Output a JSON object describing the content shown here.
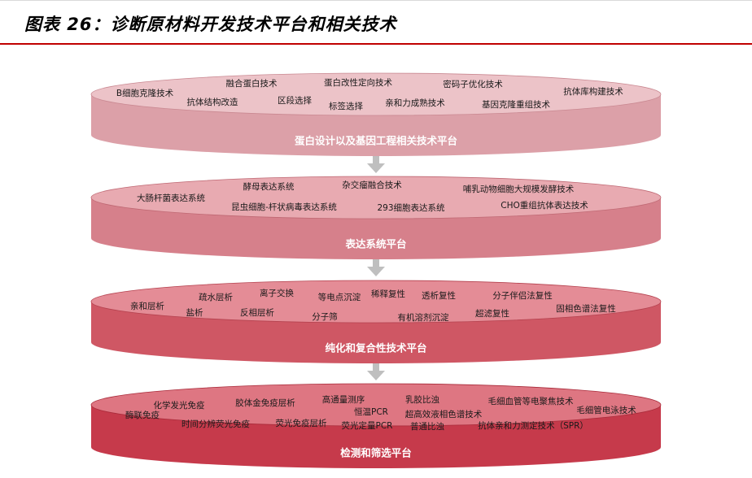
{
  "title": "图表 26：诊断原材料开发技术平台和相关技术",
  "platforms": [
    {
      "name": "蛋白设计以及基因工程相关技术平台",
      "colors": {
        "top": "#ecc3c8",
        "side": "#dca0a8",
        "edge": "#c98891"
      },
      "techs": [
        "B细胞克隆技术",
        "融合蛋白技术",
        "蛋白改性定向技术",
        "密码子优化技术",
        "抗体库构建技术",
        "抗体结构改造",
        "区段选择",
        "标签选择",
        "亲和力成熟技术",
        "基因克隆重组技术"
      ]
    },
    {
      "name": "表达系统平台",
      "colors": {
        "top": "#e8aab1",
        "side": "#d6808b",
        "edge": "#bf6873"
      },
      "techs": [
        "酵母表达系统",
        "杂交瘤融合技术",
        "哺乳动物细胞大规模发酵技术",
        "大肠杆菌表达系统",
        "昆虫细胞-杆状病毒表达系统",
        "293细胞表达系统",
        "CHO重组抗体表达技术"
      ]
    },
    {
      "name": "纯化和复合性技术平台",
      "colors": {
        "top": "#e48c96",
        "side": "#cf5764",
        "edge": "#b4414e"
      },
      "techs": [
        "疏水层析",
        "离子交换",
        "等电点沉淀",
        "稀释复性",
        "透析复性",
        "分子伴侣法复性",
        "亲和层析",
        "盐析",
        "反相层析",
        "分子筛",
        "有机溶剂沉淀",
        "超滤复性",
        "固相色谱法复性"
      ]
    },
    {
      "name": "检测和筛选平台",
      "colors": {
        "top": "#de7682",
        "side": "#c63a4b",
        "edge": "#a82a39"
      },
      "techs": [
        "高通量测序",
        "乳胶比浊",
        "毛细血管等电聚焦技术",
        "化学发光免疫",
        "胶体金免疫层析",
        "恒温PCR",
        "超高效液相色谱技术",
        "毛细管电泳技术",
        "酶联免疫",
        "时间分辨荧光免疫",
        "荧光免疫层析",
        "荧光定量PCR",
        "普通比浊",
        "抗体亲和力测定技术（SPR）"
      ]
    }
  ]
}
